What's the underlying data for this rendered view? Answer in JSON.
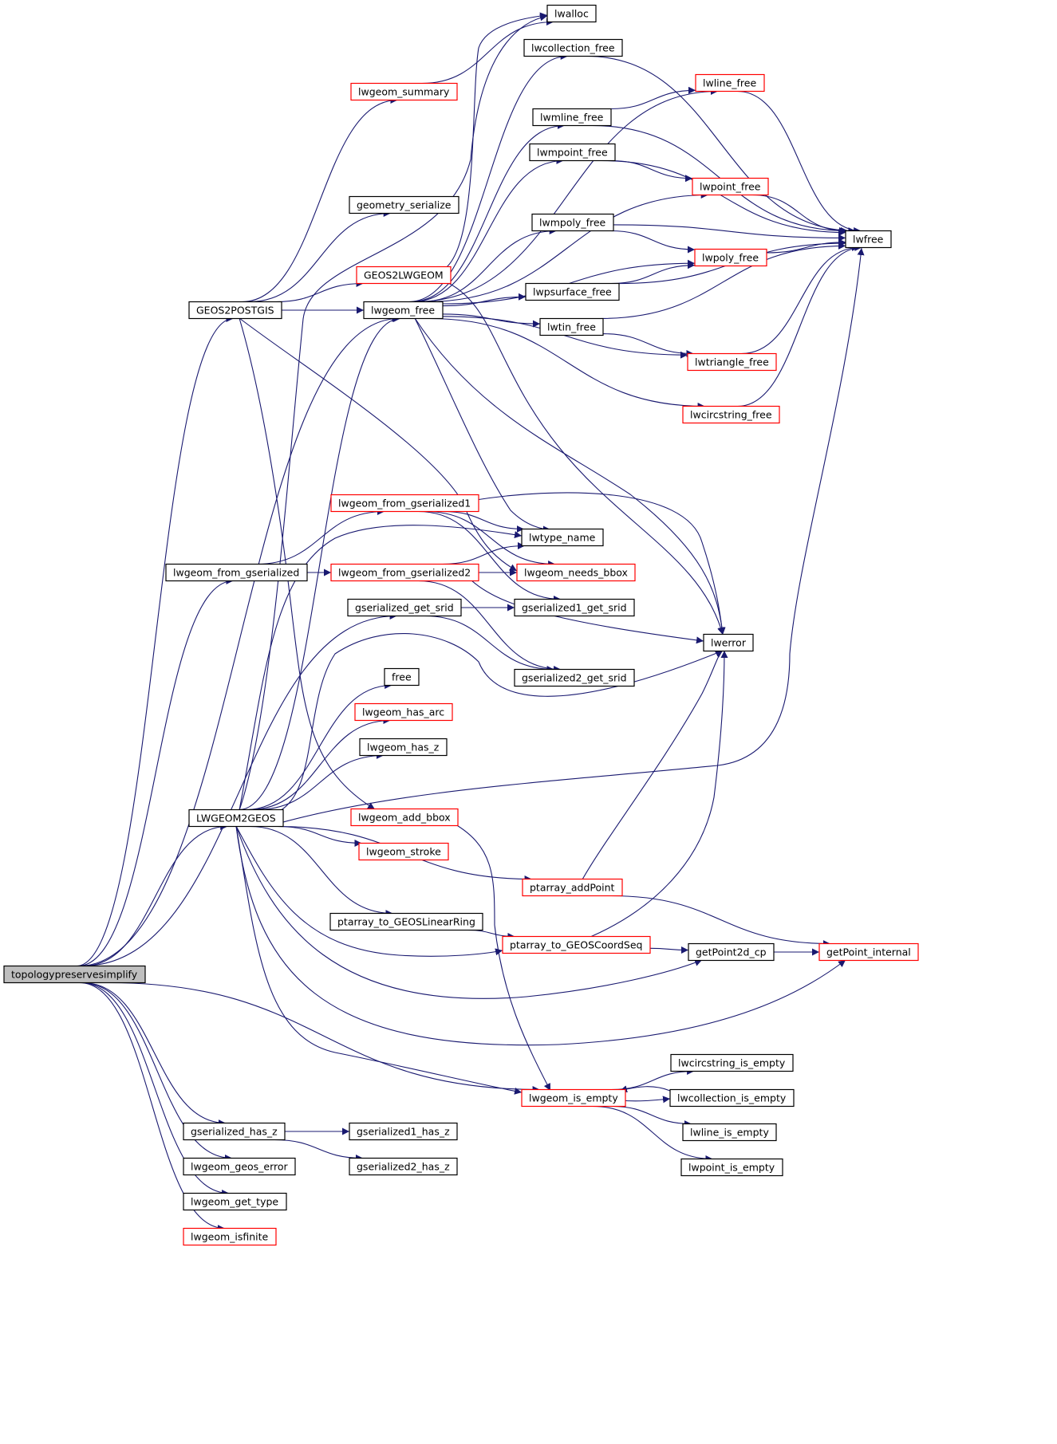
{
  "colors": {
    "edge": "#191970",
    "node_border_normal": "#000000",
    "node_border_truncated": "#ff0000",
    "root_fill": "#bfbfbf",
    "node_fill": "#ffffff",
    "text": "#000000"
  },
  "nodes": [
    {
      "id": "topologypreservesimplify",
      "label": "topologypreservesimplify",
      "style": "root"
    },
    {
      "id": "GEOS2POSTGIS",
      "label": "GEOS2POSTGIS",
      "style": "normal"
    },
    {
      "id": "lwgeom_from_gserialized",
      "label": "lwgeom_from_gserialized",
      "style": "normal"
    },
    {
      "id": "LWGEOM2GEOS",
      "label": "LWGEOM2GEOS",
      "style": "normal"
    },
    {
      "id": "gserialized_has_z",
      "label": "gserialized_has_z",
      "style": "normal"
    },
    {
      "id": "lwgeom_geos_error",
      "label": "lwgeom_geos_error",
      "style": "normal"
    },
    {
      "id": "lwgeom_get_type",
      "label": "lwgeom_get_type",
      "style": "normal"
    },
    {
      "id": "lwgeom_isfinite",
      "label": "lwgeom_isfinite",
      "style": "truncated"
    },
    {
      "id": "lwgeom_summary",
      "label": "lwgeom_summary",
      "style": "truncated"
    },
    {
      "id": "geometry_serialize",
      "label": "geometry_serialize",
      "style": "normal"
    },
    {
      "id": "GEOS2LWGEOM",
      "label": "GEOS2LWGEOM",
      "style": "truncated"
    },
    {
      "id": "lwgeom_free",
      "label": "lwgeom_free",
      "style": "normal"
    },
    {
      "id": "lwgeom_from_gserialized1",
      "label": "lwgeom_from_gserialized1",
      "style": "truncated"
    },
    {
      "id": "lwgeom_from_gserialized2",
      "label": "lwgeom_from_gserialized2",
      "style": "truncated"
    },
    {
      "id": "gserialized_get_srid",
      "label": "gserialized_get_srid",
      "style": "normal"
    },
    {
      "id": "free",
      "label": "free",
      "style": "normal"
    },
    {
      "id": "lwgeom_has_arc",
      "label": "lwgeom_has_arc",
      "style": "truncated"
    },
    {
      "id": "lwgeom_has_z",
      "label": "lwgeom_has_z",
      "style": "normal"
    },
    {
      "id": "lwgeom_add_bbox",
      "label": "lwgeom_add_bbox",
      "style": "truncated"
    },
    {
      "id": "lwgeom_stroke",
      "label": "lwgeom_stroke",
      "style": "truncated"
    },
    {
      "id": "ptarray_to_GEOSLinearRing",
      "label": "ptarray_to_GEOSLinearRing",
      "style": "normal"
    },
    {
      "id": "gserialized1_has_z",
      "label": "gserialized1_has_z",
      "style": "normal"
    },
    {
      "id": "gserialized2_has_z",
      "label": "gserialized2_has_z",
      "style": "normal"
    },
    {
      "id": "lwalloc",
      "label": "lwalloc",
      "style": "normal"
    },
    {
      "id": "lwcollection_free",
      "label": "lwcollection_free",
      "style": "normal"
    },
    {
      "id": "lwmline_free",
      "label": "lwmline_free",
      "style": "normal"
    },
    {
      "id": "lwmpoint_free",
      "label": "lwmpoint_free",
      "style": "normal"
    },
    {
      "id": "lwmpoly_free",
      "label": "lwmpoly_free",
      "style": "normal"
    },
    {
      "id": "lwpsurface_free",
      "label": "lwpsurface_free",
      "style": "normal"
    },
    {
      "id": "lwtin_free",
      "label": "lwtin_free",
      "style": "normal"
    },
    {
      "id": "lwtype_name",
      "label": "lwtype_name",
      "style": "normal"
    },
    {
      "id": "lwgeom_needs_bbox",
      "label": "lwgeom_needs_bbox",
      "style": "truncated"
    },
    {
      "id": "gserialized1_get_srid",
      "label": "gserialized1_get_srid",
      "style": "normal"
    },
    {
      "id": "gserialized2_get_srid",
      "label": "gserialized2_get_srid",
      "style": "normal"
    },
    {
      "id": "ptarray_addPoint",
      "label": "ptarray_addPoint",
      "style": "truncated"
    },
    {
      "id": "ptarray_to_GEOSCoordSeq",
      "label": "ptarray_to_GEOSCoordSeq",
      "style": "truncated"
    },
    {
      "id": "lwgeom_is_empty",
      "label": "lwgeom_is_empty",
      "style": "truncated"
    },
    {
      "id": "lwline_free",
      "label": "lwline_free",
      "style": "truncated"
    },
    {
      "id": "lwpoint_free",
      "label": "lwpoint_free",
      "style": "truncated"
    },
    {
      "id": "lwpoly_free",
      "label": "lwpoly_free",
      "style": "truncated"
    },
    {
      "id": "lwtriangle_free",
      "label": "lwtriangle_free",
      "style": "truncated"
    },
    {
      "id": "lwcircstring_free",
      "label": "lwcircstring_free",
      "style": "truncated"
    },
    {
      "id": "lwerror",
      "label": "lwerror",
      "style": "normal"
    },
    {
      "id": "getPoint2d_cp",
      "label": "getPoint2d_cp",
      "style": "normal"
    },
    {
      "id": "lwcircstring_is_empty",
      "label": "lwcircstring_is_empty",
      "style": "normal"
    },
    {
      "id": "lwcollection_is_empty",
      "label": "lwcollection_is_empty",
      "style": "normal"
    },
    {
      "id": "lwline_is_empty",
      "label": "lwline_is_empty",
      "style": "normal"
    },
    {
      "id": "lwpoint_is_empty",
      "label": "lwpoint_is_empty",
      "style": "normal"
    },
    {
      "id": "lwfree",
      "label": "lwfree",
      "style": "normal"
    },
    {
      "id": "getPoint_internal",
      "label": "getPoint_internal",
      "style": "truncated"
    }
  ],
  "edges": [
    [
      "topologypreservesimplify",
      "GEOS2POSTGIS"
    ],
    [
      "topologypreservesimplify",
      "lwgeom_free"
    ],
    [
      "topologypreservesimplify",
      "lwgeom_from_gserialized"
    ],
    [
      "topologypreservesimplify",
      "gserialized_get_srid"
    ],
    [
      "topologypreservesimplify",
      "LWGEOM2GEOS"
    ],
    [
      "topologypreservesimplify",
      "lwgeom_is_empty"
    ],
    [
      "topologypreservesimplify",
      "gserialized_has_z"
    ],
    [
      "topologypreservesimplify",
      "lwgeom_geos_error"
    ],
    [
      "topologypreservesimplify",
      "lwgeom_get_type"
    ],
    [
      "topologypreservesimplify",
      "lwgeom_isfinite"
    ],
    [
      "GEOS2POSTGIS",
      "lwgeom_summary"
    ],
    [
      "GEOS2POSTGIS",
      "geometry_serialize"
    ],
    [
      "GEOS2POSTGIS",
      "GEOS2LWGEOM"
    ],
    [
      "GEOS2POSTGIS",
      "lwgeom_free"
    ],
    [
      "GEOS2POSTGIS",
      "lwgeom_needs_bbox"
    ],
    [
      "GEOS2POSTGIS",
      "lwgeom_add_bbox"
    ],
    [
      "lwgeom_summary",
      "lwalloc"
    ],
    [
      "GEOS2LWGEOM",
      "lwalloc"
    ],
    [
      "GEOS2LWGEOM",
      "lwerror"
    ],
    [
      "lwgeom_free",
      "lwcollection_free"
    ],
    [
      "lwgeom_free",
      "lwline_free"
    ],
    [
      "lwgeom_free",
      "lwmline_free"
    ],
    [
      "lwgeom_free",
      "lwmpoint_free"
    ],
    [
      "lwgeom_free",
      "lwpoint_free"
    ],
    [
      "lwgeom_free",
      "lwmpoly_free"
    ],
    [
      "lwgeom_free",
      "lwpoly_free"
    ],
    [
      "lwgeom_free",
      "lwpsurface_free"
    ],
    [
      "lwgeom_free",
      "lwtin_free"
    ],
    [
      "lwgeom_free",
      "lwtriangle_free"
    ],
    [
      "lwgeom_free",
      "lwcircstring_free"
    ],
    [
      "lwgeom_free",
      "lwtype_name"
    ],
    [
      "lwgeom_free",
      "lwerror"
    ],
    [
      "lwcollection_free",
      "lwfree"
    ],
    [
      "lwline_free",
      "lwfree"
    ],
    [
      "lwmline_free",
      "lwline_free"
    ],
    [
      "lwmline_free",
      "lwfree"
    ],
    [
      "lwmpoint_free",
      "lwpoint_free"
    ],
    [
      "lwmpoint_free",
      "lwfree"
    ],
    [
      "lwpoint_free",
      "lwfree"
    ],
    [
      "lwmpoly_free",
      "lwpoly_free"
    ],
    [
      "lwmpoly_free",
      "lwfree"
    ],
    [
      "lwpoly_free",
      "lwfree"
    ],
    [
      "lwpsurface_free",
      "lwpoly_free"
    ],
    [
      "lwpsurface_free",
      "lwfree"
    ],
    [
      "lwtin_free",
      "lwtriangle_free"
    ],
    [
      "lwtin_free",
      "lwfree"
    ],
    [
      "lwtriangle_free",
      "lwfree"
    ],
    [
      "lwcircstring_free",
      "lwfree"
    ],
    [
      "lwgeom_from_gserialized",
      "lwgeom_from_gserialized1"
    ],
    [
      "lwgeom_from_gserialized",
      "lwgeom_from_gserialized2"
    ],
    [
      "lwgeom_from_gserialized1",
      "lwtype_name"
    ],
    [
      "lwgeom_from_gserialized1",
      "lwgeom_needs_bbox"
    ],
    [
      "lwgeom_from_gserialized1",
      "gserialized1_get_srid"
    ],
    [
      "lwgeom_from_gserialized1",
      "lwerror"
    ],
    [
      "lwgeom_from_gserialized2",
      "lwtype_name"
    ],
    [
      "lwgeom_from_gserialized2",
      "lwgeom_needs_bbox"
    ],
    [
      "lwgeom_from_gserialized2",
      "gserialized2_get_srid"
    ],
    [
      "lwgeom_from_gserialized2",
      "lwerror"
    ],
    [
      "gserialized_get_srid",
      "gserialized1_get_srid"
    ],
    [
      "gserialized_get_srid",
      "gserialized2_get_srid"
    ],
    [
      "LWGEOM2GEOS",
      "lwalloc"
    ],
    [
      "LWGEOM2GEOS",
      "lwgeom_free"
    ],
    [
      "LWGEOM2GEOS",
      "lwtype_name"
    ],
    [
      "LWGEOM2GEOS",
      "lwerror"
    ],
    [
      "LWGEOM2GEOS",
      "free"
    ],
    [
      "LWGEOM2GEOS",
      "lwgeom_has_arc"
    ],
    [
      "LWGEOM2GEOS",
      "lwgeom_has_z"
    ],
    [
      "LWGEOM2GEOS",
      "lwfree"
    ],
    [
      "LWGEOM2GEOS",
      "lwgeom_stroke"
    ],
    [
      "LWGEOM2GEOS",
      "ptarray_addPoint"
    ],
    [
      "LWGEOM2GEOS",
      "ptarray_to_GEOSLinearRing"
    ],
    [
      "LWGEOM2GEOS",
      "ptarray_to_GEOSCoordSeq"
    ],
    [
      "LWGEOM2GEOS",
      "getPoint2d_cp"
    ],
    [
      "LWGEOM2GEOS",
      "getPoint_internal"
    ],
    [
      "LWGEOM2GEOS",
      "lwgeom_is_empty"
    ],
    [
      "lwgeom_add_bbox",
      "lwgeom_is_empty"
    ],
    [
      "ptarray_addPoint",
      "lwerror"
    ],
    [
      "ptarray_addPoint",
      "getPoint_internal"
    ],
    [
      "ptarray_to_GEOSLinearRing",
      "ptarray_to_GEOSCoordSeq"
    ],
    [
      "ptarray_to_GEOSCoordSeq",
      "getPoint2d_cp"
    ],
    [
      "ptarray_to_GEOSCoordSeq",
      "lwerror"
    ],
    [
      "getPoint2d_cp",
      "getPoint_internal"
    ],
    [
      "lwgeom_is_empty",
      "lwcircstring_is_empty"
    ],
    [
      "lwgeom_is_empty",
      "lwcollection_is_empty"
    ],
    [
      "lwgeom_is_empty",
      "lwline_is_empty"
    ],
    [
      "lwgeom_is_empty",
      "lwpoint_is_empty"
    ],
    [
      "lwcollection_is_empty",
      "lwgeom_is_empty"
    ],
    [
      "gserialized_has_z",
      "gserialized1_has_z"
    ],
    [
      "gserialized_has_z",
      "gserialized2_has_z"
    ]
  ]
}
